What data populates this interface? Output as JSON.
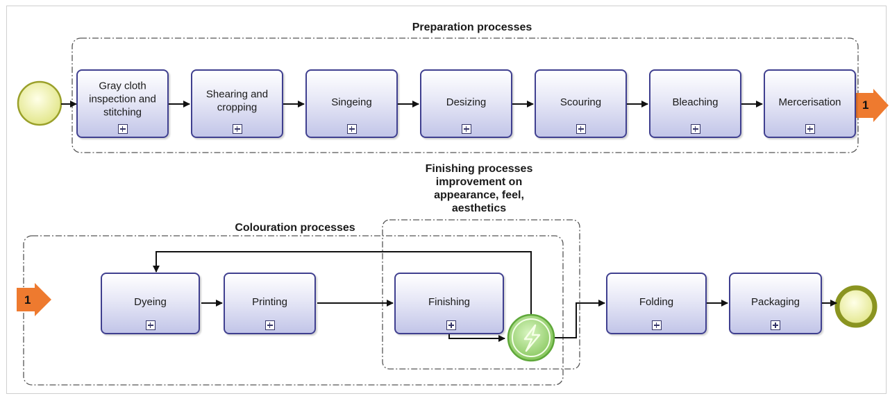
{
  "groups": {
    "preparation": "Preparation processes",
    "finishing": "Finishing processes improvement on appearance, feel, aesthetics",
    "colouration": "Colouration processes"
  },
  "preparation_tasks": [
    "Gray cloth inspection and stitching",
    "Shearing and cropping",
    "Singeing",
    "Desizing",
    "Scouring",
    "Bleaching",
    "Mercerisation"
  ],
  "colouration_tasks": [
    "Dyeing",
    "Printing"
  ],
  "finishing_task": "Finishing",
  "final_tasks": [
    "Folding",
    "Packaging"
  ],
  "connector": {
    "out_label": "1",
    "in_label": "1"
  },
  "colors": {
    "task_border": "#3f3f8f",
    "start_event_fill": "#eef0a6",
    "start_event_stroke": "#9aa02a",
    "end_event_stroke": "#8a9420",
    "intermediate_event_fill": "#9ed37a",
    "connector_orange": "#ee7a2f"
  },
  "icons": {
    "subprocess_marker": "plus-square-icon",
    "intermediate_event": "lightning-icon"
  }
}
